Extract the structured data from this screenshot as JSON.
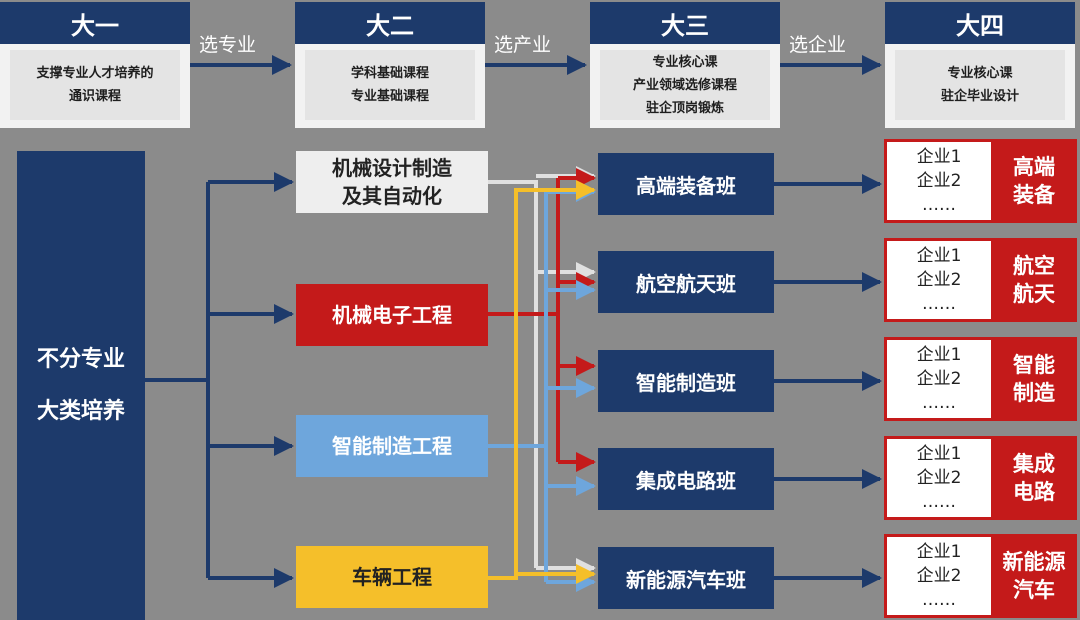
{
  "years": [
    {
      "title": "大一",
      "lines": [
        "支撑专业人才培养的",
        "通识课程"
      ]
    },
    {
      "title": "大二",
      "lines": [
        "学科基础课程",
        "专业基础课程"
      ]
    },
    {
      "title": "大三",
      "lines": [
        "专业核心课",
        "产业领域选修课程",
        "驻企顶岗锻炼"
      ]
    },
    {
      "title": "大四",
      "lines": [
        "专业核心课",
        "驻企毕业设计"
      ]
    }
  ],
  "selections": [
    "选专业",
    "选产业",
    "选企业"
  ],
  "start": {
    "lines": [
      "不分专业",
      "大类培养"
    ]
  },
  "majors": [
    {
      "lines": [
        "机械设计制造",
        "及其自动化"
      ],
      "bg": "#eeeeee",
      "fg": "#222222",
      "line": "#e0e0e0"
    },
    {
      "lines": [
        "机械电子工程"
      ],
      "bg": "#c41a1a",
      "fg": "#ffffff",
      "line": "#c41a1a"
    },
    {
      "lines": [
        "智能制造工程"
      ],
      "bg": "#6ea6dc",
      "fg": "#ffffff",
      "line": "#6ea6dc"
    },
    {
      "lines": [
        "车辆工程"
      ],
      "bg": "#f5bf2a",
      "fg": "#222222",
      "line": "#f5bf2a"
    }
  ],
  "classes": [
    "高端装备班",
    "航空航天班",
    "智能制造班",
    "集成电路班",
    "新能源汽车班"
  ],
  "enterprise": {
    "items": [
      "企业1",
      "企业2",
      "……"
    ],
    "labels": [
      [
        "高端",
        "装备"
      ],
      [
        "航空",
        "航天"
      ],
      [
        "智能",
        "制造"
      ],
      [
        "集成",
        "电路"
      ],
      [
        "新能源",
        "汽车"
      ]
    ]
  },
  "colors": {
    "navy": "#1d3a6b",
    "red": "#c41a1a",
    "blue": "#6ea6dc",
    "yellow": "#f5bf2a",
    "gray": "#e0e0e0",
    "background": "#8b8b8b"
  }
}
